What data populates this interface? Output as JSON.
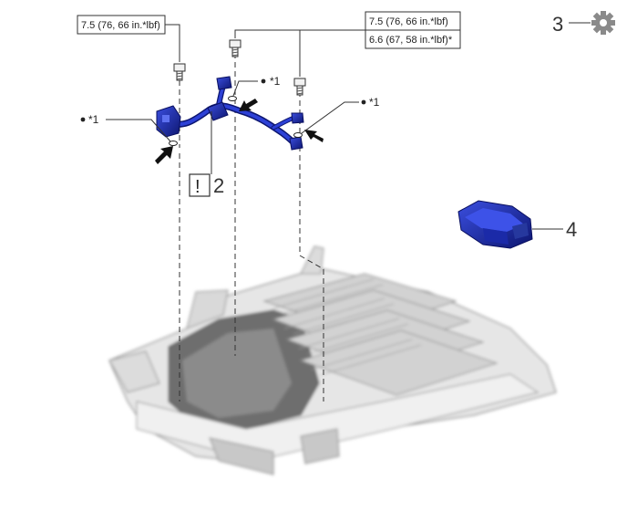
{
  "torque_specs": {
    "left_bolt": "7.5 (76, 66 in.*lbf)",
    "right_bolt_line1": "7.5 (76, 66 in.*lbf)",
    "right_bolt_line2": "6.6 (67, 58 in.*lbf)*"
  },
  "notes": {
    "gasket_label_left": "*1",
    "gasket_label_center": "*1",
    "gasket_label_right": "*1"
  },
  "callouts": {
    "wire_harness_number": "2",
    "warning_symbol": "!",
    "tool_number": "3",
    "part_number": "4"
  },
  "colors": {
    "harness_blue": "#1f2fb8",
    "harness_dark": "#0d1670",
    "frame_gray": "#d8d8d8",
    "line": "#333333"
  },
  "icons": {
    "tool": "gear-icon",
    "arrow": "insert-arrow-icon"
  }
}
